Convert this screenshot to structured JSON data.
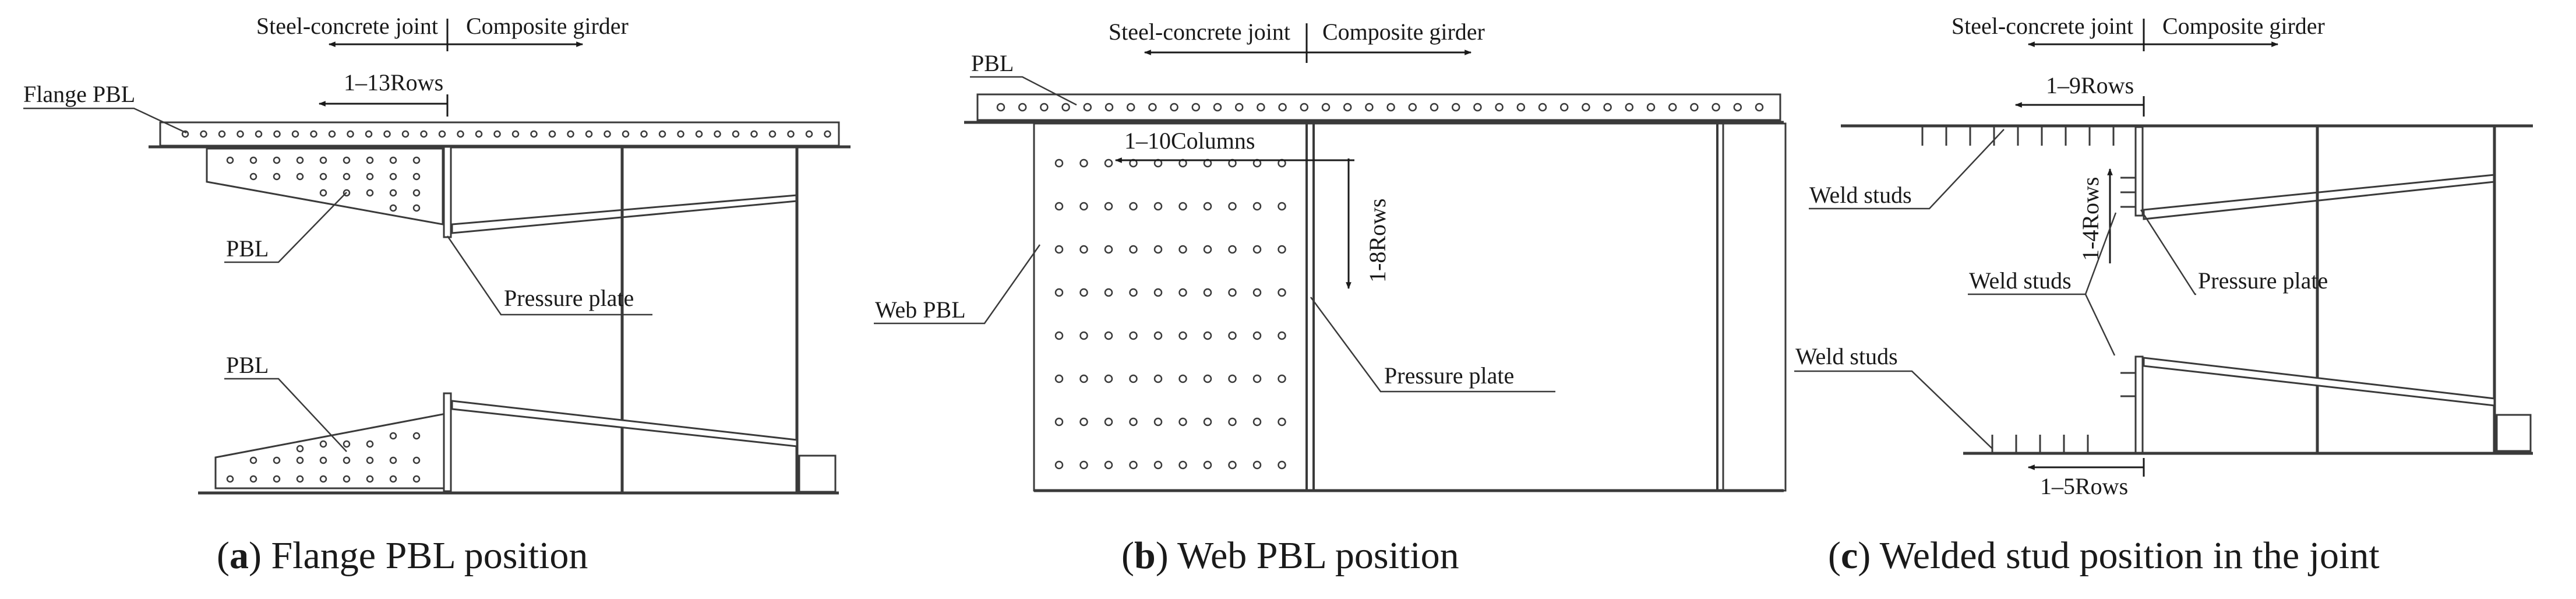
{
  "panels": [
    {
      "id": "a",
      "header_left": "Steel-concrete joint",
      "header_right": "Composite girder",
      "rows_label": "1–13Rows",
      "flange_label": "Flange PBL",
      "pbl_upper_label": "PBL",
      "pbl_lower_label": "PBL",
      "pressure_label": "Pressure plate",
      "caption_letter": "a",
      "caption_text": " Flange PBL position"
    },
    {
      "id": "b",
      "header_left": "Steel-concrete joint",
      "header_right": "Composite girder",
      "pbl_label": "PBL",
      "columns_label": "1–10Columns",
      "rows_label": "1-8Rows",
      "web_label": "Web PBL",
      "pressure_label": "Pressure plate",
      "caption_letter": "b",
      "caption_text": " Web PBL position"
    },
    {
      "id": "c",
      "header_left": "Steel-concrete joint",
      "header_right": "Composite girder",
      "rows_top_label": "1–9Rows",
      "studs_top_label": "Weld studs",
      "rows_vert_label": "1-4Rows",
      "studs_mid_label": "Weld studs",
      "pressure_label": "Pressure plate",
      "studs_bottom_label": "Weld studs",
      "rows_bottom_label": "1–5Rows",
      "caption_letter": "c",
      "caption_text": " Welded stud position in the joint"
    }
  ],
  "colors": {
    "line": "#3a3a3a",
    "text": "#1a1a1a"
  }
}
